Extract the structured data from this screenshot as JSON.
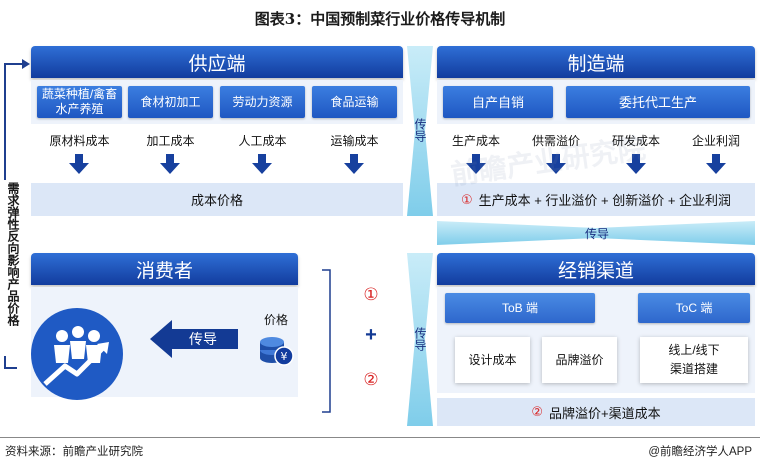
{
  "title": "图表3：中国预制菜行业价格传导机制",
  "supply": {
    "header": "供应端",
    "inputs": [
      "蔬菜种植/禽畜水产养殖",
      "食材初加工",
      "劳动力资源",
      "食品运输"
    ],
    "costs": [
      "原材料成本",
      "加工成本",
      "人工成本",
      "运输成本"
    ],
    "summary": "成本价格"
  },
  "manufacturing": {
    "header": "制造端",
    "modes": [
      "自产自销",
      "委托代工生产"
    ],
    "factors": [
      "生产成本",
      "供需溢价",
      "研发成本",
      "企业利润"
    ],
    "formula_marker": "①",
    "formula": "生产成本 + 行业溢价 + 创新溢价 + 企业利润"
  },
  "transfer_labels": {
    "supply_to_mfg": "传导",
    "mfg_to_channel": "传导",
    "channel_to_consumer": "传导",
    "consumer_arrow": "传导"
  },
  "channel": {
    "header": "经销渠道",
    "tob": "ToB 端",
    "toc": "ToC 端",
    "items": [
      "设计成本",
      "品牌溢价",
      "线上/线下\n渠道搭建"
    ],
    "formula_marker": "②",
    "formula": "品牌溢价+渠道成本"
  },
  "consumer": {
    "header": "消费者",
    "price_label": "价格",
    "marker1": "①",
    "plus": "+",
    "marker2": "②"
  },
  "feedback_label": "需求弹性反向影响产品价格",
  "watermark": "前瞻产业研究院",
  "footer": {
    "source": "资料来源：前瞻产业研究院",
    "brand": "@前瞻经济学人APP"
  },
  "colors": {
    "dark_blue": "#123c9e",
    "mid_blue": "#2f6fd6",
    "light_blue": "#dce7f7",
    "cyan": "#8fd3ee",
    "red": "#d92525"
  }
}
